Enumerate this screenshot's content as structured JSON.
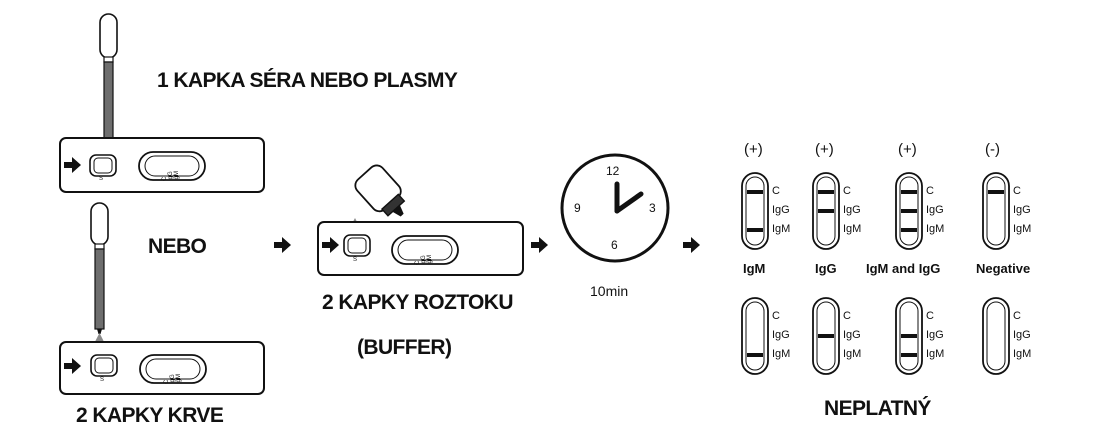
{
  "labels": {
    "serum_drop": "1 KAPKA SÉRA NEBO PLASMY",
    "or": "NEBO",
    "blood_drops": "2 KAPKY KRVE",
    "buffer_drops": "2 KAPKY ROZTOKU",
    "buffer": "(BUFFER)",
    "timer": "10min",
    "invalid": "NEPLATNÝ"
  },
  "cassette_marks": {
    "sample_well": "S",
    "control": "C",
    "igg": "IgG",
    "igm": "IgM"
  },
  "clock": {
    "n12": "12",
    "n3": "3",
    "n6": "6",
    "n9": "9"
  },
  "valid_results": [
    {
      "sign": "(+)",
      "name": "IgM",
      "lines": [
        "C",
        "IgM"
      ]
    },
    {
      "sign": "(+)",
      "name": "IgG",
      "lines": [
        "C",
        "IgG"
      ]
    },
    {
      "sign": "(+)",
      "name": "IgM and IgG",
      "lines": [
        "C",
        "IgG",
        "IgM"
      ]
    },
    {
      "sign": "(-)",
      "name": "Negative",
      "lines": [
        "C"
      ]
    }
  ],
  "invalid_results": [
    {
      "lines": [
        "IgM"
      ]
    },
    {
      "lines": [
        "IgG"
      ]
    },
    {
      "lines": [
        "IgG",
        "IgM"
      ]
    },
    {
      "lines": []
    }
  ],
  "colors": {
    "ink": "#111111",
    "dropper_fill": "#6e6e6e",
    "drop": "#8a8a8a"
  }
}
